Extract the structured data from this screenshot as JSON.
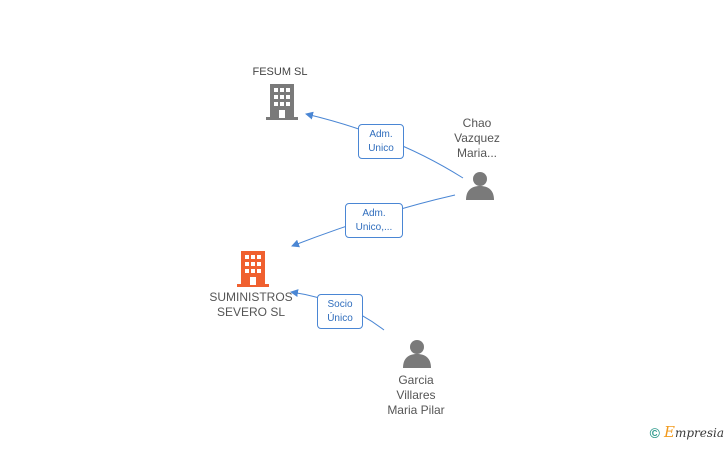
{
  "colors": {
    "company_gray": "#7a7a7a",
    "company_highlight": "#f0602f",
    "person_gray": "#7a7a7a",
    "edge_blue": "#4a86d4"
  },
  "nodes": {
    "fesum": {
      "label": "FESUM SL",
      "icon": "building-icon"
    },
    "suministros": {
      "label_lines": [
        "SUMINISTROS",
        "SEVERO SL"
      ],
      "icon": "building-icon"
    },
    "chao": {
      "label_lines": [
        "Chao",
        "Vazquez",
        "Maria..."
      ],
      "icon": "person-icon"
    },
    "garcia": {
      "label_lines": [
        "Garcia",
        "Villares",
        "Maria Pilar"
      ],
      "icon": "person-icon"
    }
  },
  "edges": {
    "chao_fesum": {
      "label_lines": [
        "Adm.",
        "Unico"
      ]
    },
    "chao_suministros": {
      "label_lines": [
        "Adm.",
        "Unico,..."
      ]
    },
    "garcia_suministros": {
      "label_lines": [
        "Socio",
        "Único"
      ]
    }
  },
  "footer": {
    "copyright_symbol": "©",
    "brand_first": "E",
    "brand_rest": "mpresia"
  }
}
